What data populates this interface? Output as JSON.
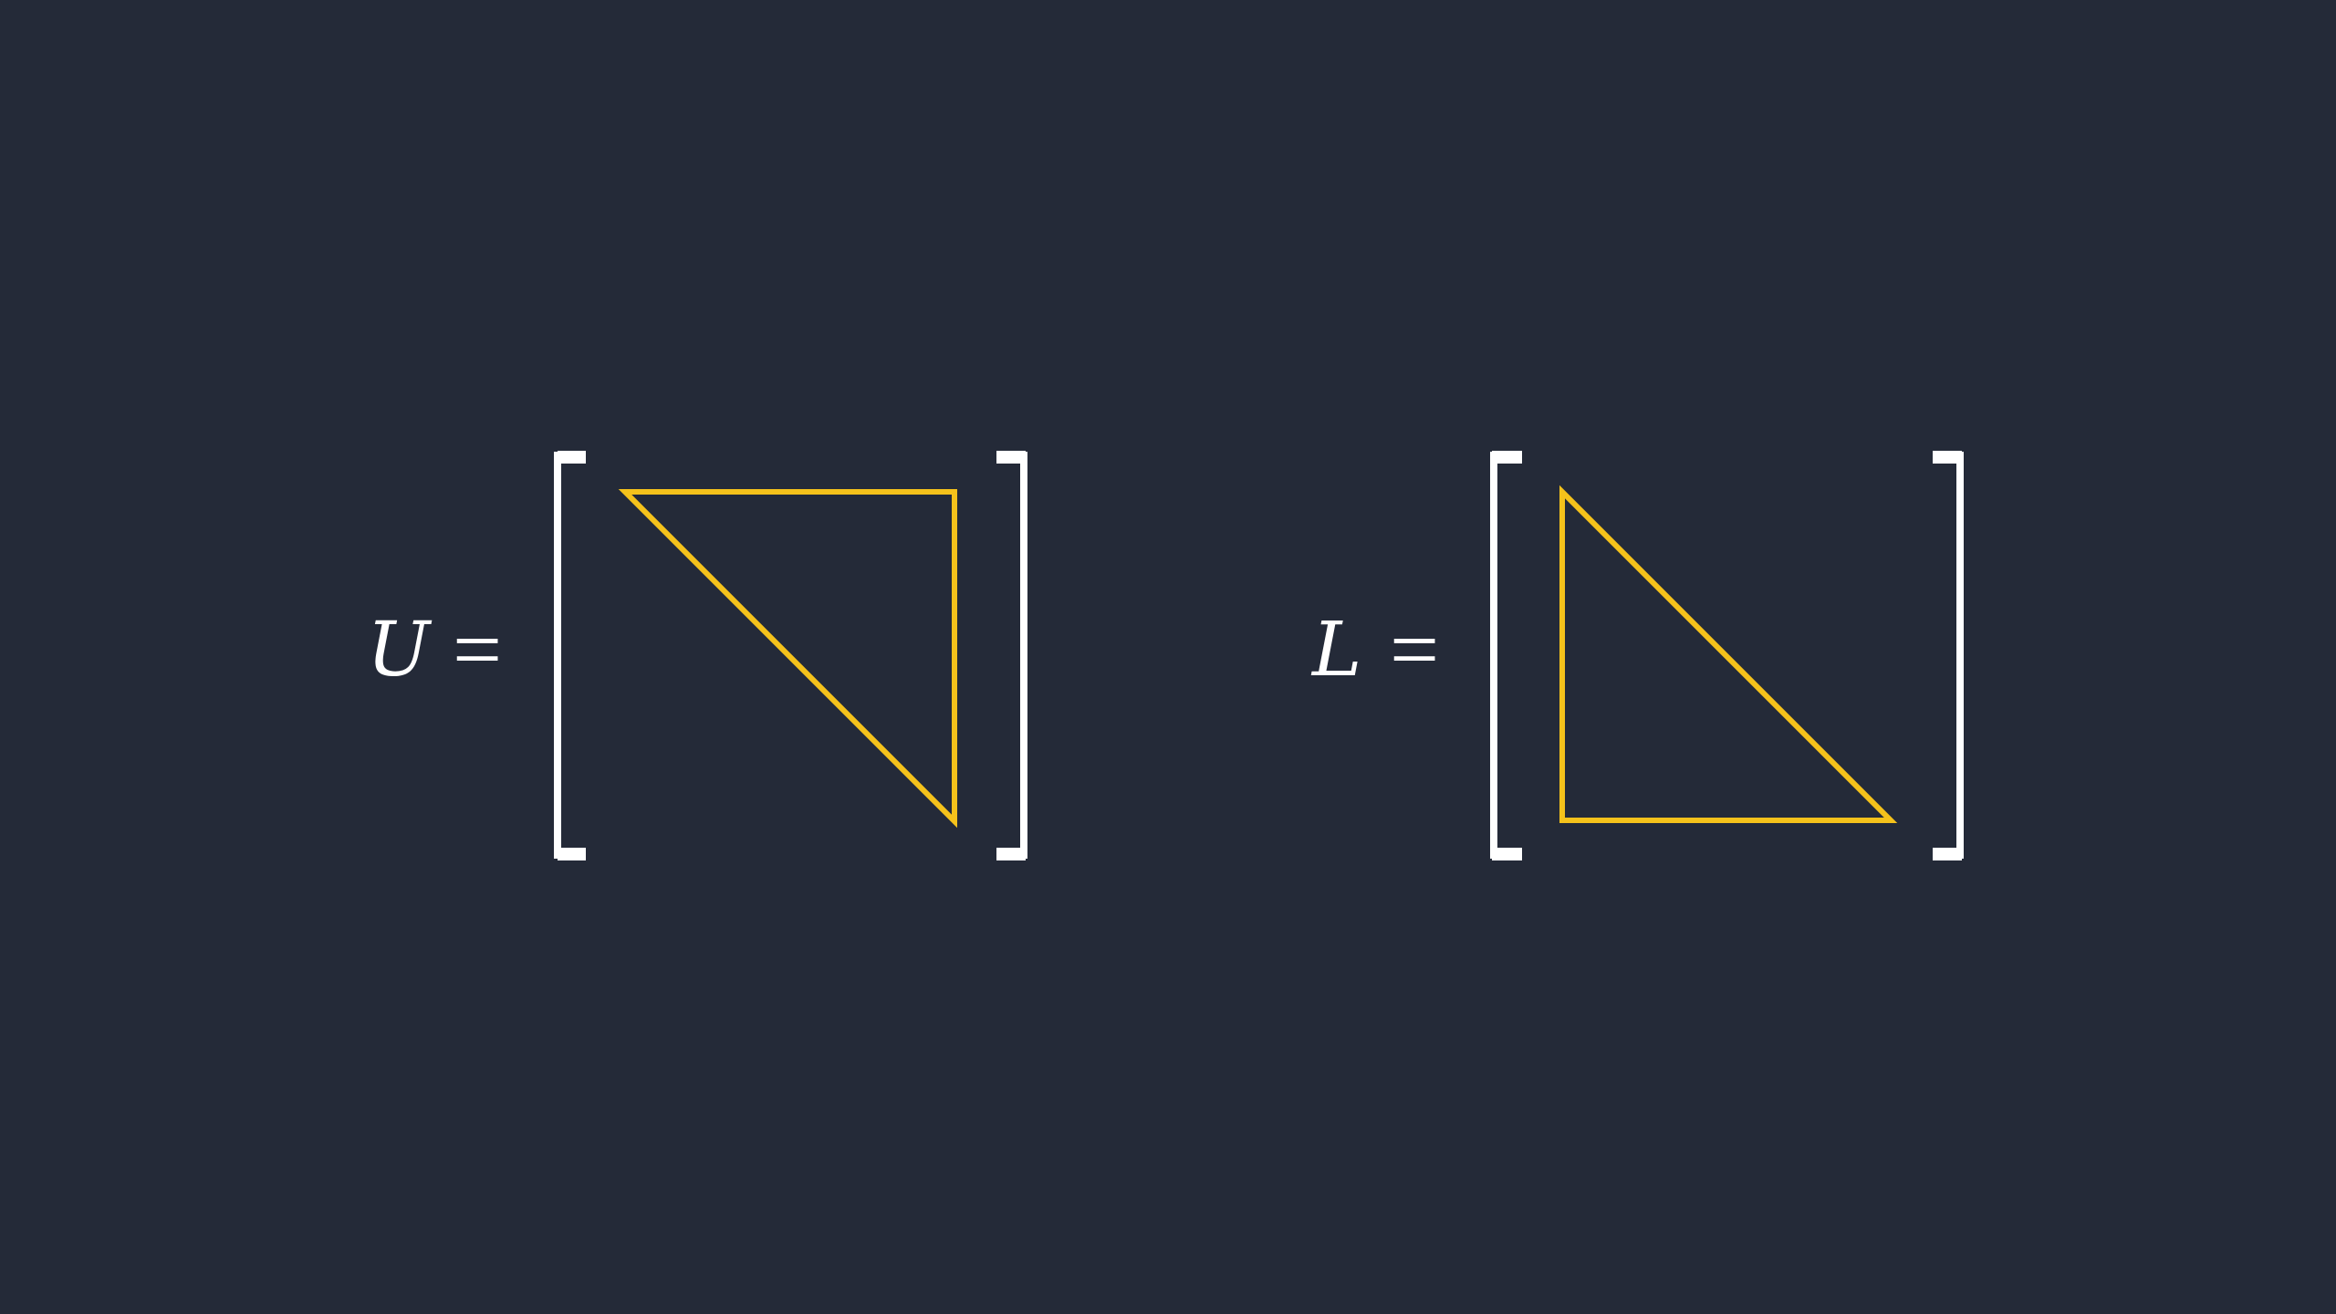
{
  "equations": [
    {
      "id": "upper",
      "variable": "U",
      "operator": "=",
      "matrix_shape": "upper-triangular"
    },
    {
      "id": "lower",
      "variable": "L",
      "operator": "=",
      "matrix_shape": "lower-triangular"
    }
  ],
  "colors": {
    "background": "#242a38",
    "text": "#ffffff",
    "bracket": "#ffffff",
    "triangle": "#f5c21b"
  }
}
